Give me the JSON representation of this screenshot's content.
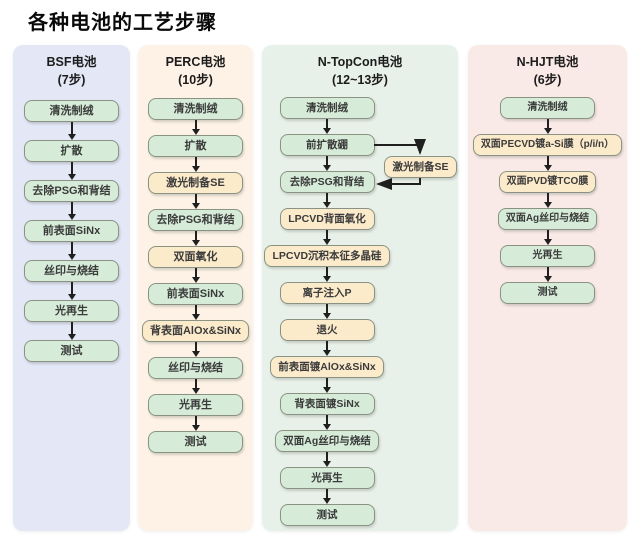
{
  "title": "各种电池的工艺步骤",
  "colors": {
    "green_box": "#d6ecd8",
    "orange_box": "#fcebcb",
    "box_border": "#8a9383",
    "arrow": "#1f1f1f",
    "panel_bsf": "#e3e7f6",
    "panel_perc": "#fdf2e5",
    "panel_topcon": "#e8f1e9",
    "panel_hjt": "#faeae7"
  },
  "columns": [
    {
      "key": "bsf",
      "name": "BSF电池",
      "steps_label": "(7步)",
      "steps": [
        {
          "label": "清洗制绒",
          "type": "green"
        },
        {
          "label": "扩散",
          "type": "green"
        },
        {
          "label": "去除PSG和背结",
          "type": "green"
        },
        {
          "label": "前表面SiNx",
          "type": "green"
        },
        {
          "label": "丝印与烧结",
          "type": "green"
        },
        {
          "label": "光再生",
          "type": "green"
        },
        {
          "label": "测试",
          "type": "green"
        }
      ]
    },
    {
      "key": "perc",
      "name": "PERC电池",
      "steps_label": "(10步)",
      "steps": [
        {
          "label": "清洗制绒",
          "type": "green"
        },
        {
          "label": "扩散",
          "type": "green"
        },
        {
          "label": "激光制备SE",
          "type": "orange"
        },
        {
          "label": "去除PSG和背结",
          "type": "green"
        },
        {
          "label": "双面氧化",
          "type": "orange"
        },
        {
          "label": "前表面SiNx",
          "type": "green"
        },
        {
          "label": "背表面AlOx&SiNx",
          "type": "orange"
        },
        {
          "label": "丝印与烧结",
          "type": "green"
        },
        {
          "label": "光再生",
          "type": "green"
        },
        {
          "label": "测试",
          "type": "green"
        }
      ]
    },
    {
      "key": "topcon",
      "name": "N-TopCon电池",
      "steps_label": "(12~13步)",
      "steps": [
        {
          "label": "清洗制绒",
          "type": "green"
        },
        {
          "label": "前扩散硼",
          "type": "green"
        },
        {
          "label": "去除PSG和背结",
          "type": "green"
        },
        {
          "label": "LPCVD背面氧化",
          "type": "orange"
        },
        {
          "label": "LPCVD沉积本征多晶硅",
          "type": "orange"
        },
        {
          "label": "离子注入P",
          "type": "orange"
        },
        {
          "label": "退火",
          "type": "orange"
        },
        {
          "label": "前表面镀AlOx&SiNx",
          "type": "orange"
        },
        {
          "label": "背表面镀SiNx",
          "type": "green"
        },
        {
          "label": "双面Ag丝印与烧结",
          "type": "green"
        },
        {
          "label": "光再生",
          "type": "green"
        },
        {
          "label": "测试",
          "type": "green"
        }
      ],
      "side_step": {
        "label": "激光制备SE",
        "type": "orange"
      }
    },
    {
      "key": "hjt",
      "name": "N-HJT电池",
      "steps_label": "(6步)",
      "steps": [
        {
          "label": "清洗制绒",
          "type": "green"
        },
        {
          "label": "双面PECVD镀a-Si膜（p/i/n）",
          "type": "orange"
        },
        {
          "label": "双面PVD镀TCO膜",
          "type": "orange"
        },
        {
          "label": "双面Ag丝印与烧结",
          "type": "green"
        },
        {
          "label": "光再生",
          "type": "green"
        },
        {
          "label": "测试",
          "type": "green"
        }
      ]
    }
  ]
}
